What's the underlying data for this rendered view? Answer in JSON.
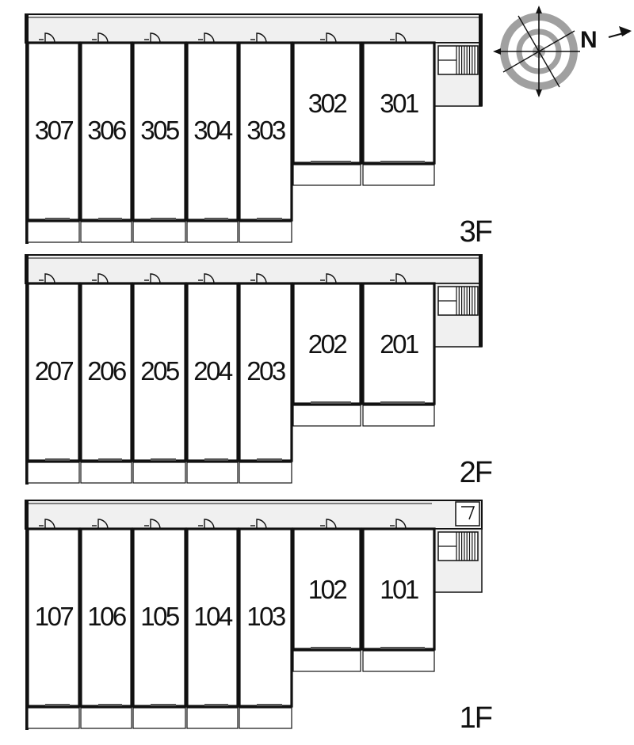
{
  "compass": {
    "north_label": "N",
    "icon": "compass-rose-icon"
  },
  "floors": [
    {
      "label": "3F",
      "units": [
        "307",
        "306",
        "305",
        "304",
        "303",
        "302",
        "301"
      ]
    },
    {
      "label": "2F",
      "units": [
        "207",
        "206",
        "205",
        "204",
        "203",
        "202",
        "201"
      ]
    },
    {
      "label": "1F",
      "units": [
        "107",
        "106",
        "105",
        "104",
        "103",
        "102",
        "101"
      ]
    }
  ],
  "colors": {
    "wall": "#111111",
    "corridor": "#f0f0f0",
    "window": "#555555",
    "compass_ring": "#999999"
  }
}
